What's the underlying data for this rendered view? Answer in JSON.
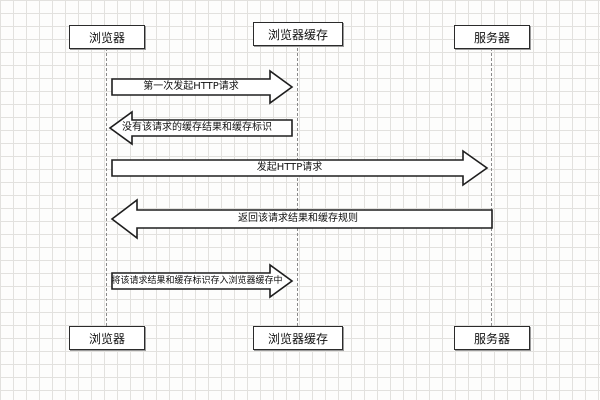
{
  "diagram": {
    "title": "browser-cache-sequence",
    "actors": [
      {
        "id": "browser",
        "label": "浏览器"
      },
      {
        "id": "cache",
        "label": "浏览器缓存"
      },
      {
        "id": "server",
        "label": "服务器"
      }
    ],
    "messages": [
      {
        "index": 1,
        "from": "browser",
        "to": "cache",
        "direction": "right",
        "label": "第一次发起HTTP请求"
      },
      {
        "index": 2,
        "from": "cache",
        "to": "browser",
        "direction": "left",
        "label": "没有该请求的缓存结果和缓存标识"
      },
      {
        "index": 3,
        "from": "browser",
        "to": "server",
        "direction": "right",
        "label": "发起HTTP请求"
      },
      {
        "index": 4,
        "from": "server",
        "to": "browser",
        "direction": "left",
        "label": "返回该请求结果和缓存规则"
      },
      {
        "index": 5,
        "from": "browser",
        "to": "cache",
        "direction": "right",
        "label": "将该请求结果和缓存标识存入浏览器缓存中"
      }
    ],
    "colors": {
      "grid": "#e2e1de",
      "stroke": "#1e1e1e",
      "fill": "#ffffff"
    }
  }
}
